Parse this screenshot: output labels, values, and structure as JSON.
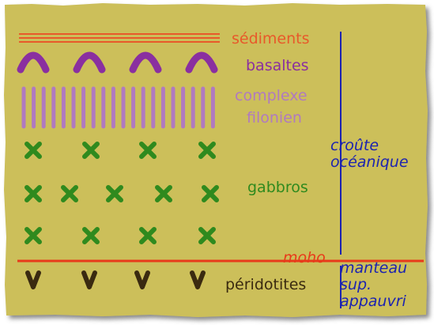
{
  "labels": {
    "sediments": "sédiments",
    "basaltes": "basaltes",
    "complexe": "complexe",
    "filonien": "filonien",
    "gabbros": "gabbros",
    "peridotites": "péridotites",
    "croute": "croûte",
    "oceanique": "océanique",
    "moho": "moho",
    "manteau": "manteau",
    "sup": "sup.",
    "appauvri": "appauvri"
  },
  "colors": {
    "paper": "#ccbf5a",
    "paper_shadow": "#7a7a7a",
    "sediments": "#e8592a",
    "basaltes": "#8a2fa0",
    "complexe": "#b07ac0",
    "gabbros": "#2f8a1e",
    "peridotites": "#3a2a10",
    "moho": "#e83a1a",
    "blue": "#1c23b0"
  }
}
